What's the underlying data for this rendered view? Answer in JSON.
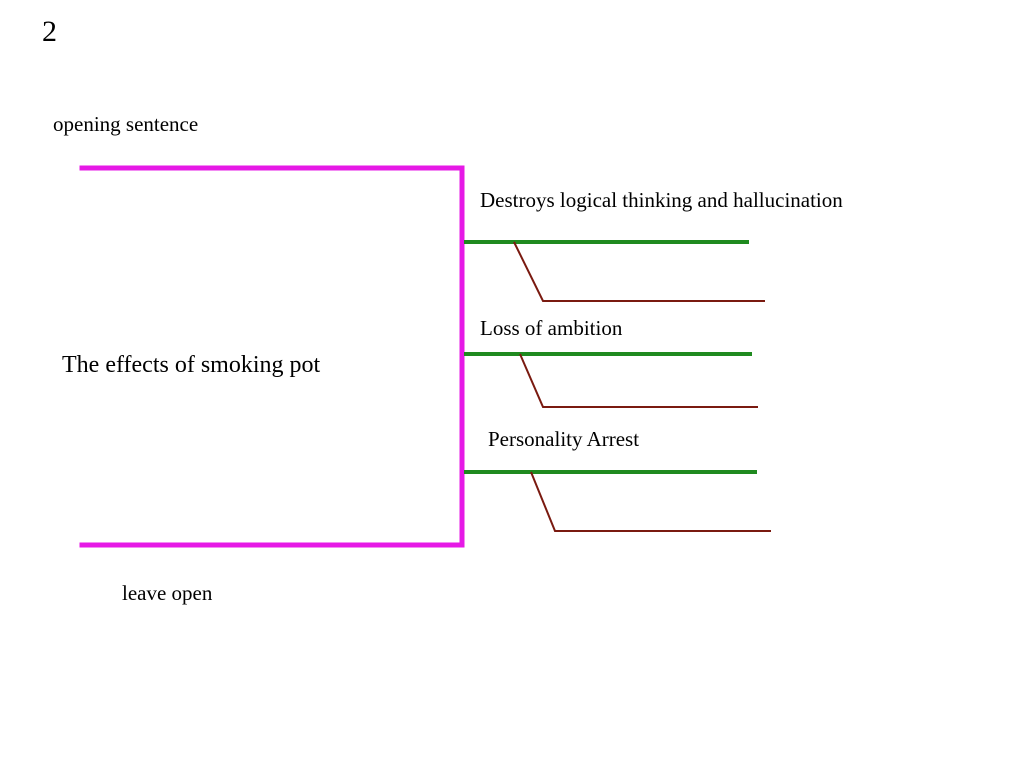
{
  "slide_number": "2",
  "annotations": {
    "top": "opening sentence",
    "bottom": "leave open"
  },
  "topic": "The effects of smoking pot",
  "branches": [
    {
      "label": "Destroys logical thinking and hallucination"
    },
    {
      "label": "Loss of ambition"
    },
    {
      "label": "Personality Arrest"
    }
  ],
  "colors": {
    "frame": "#e619e6",
    "branch_line": "#1f8a1f",
    "detail_line": "#7a1a10",
    "text": "#000000",
    "background": "#ffffff"
  }
}
